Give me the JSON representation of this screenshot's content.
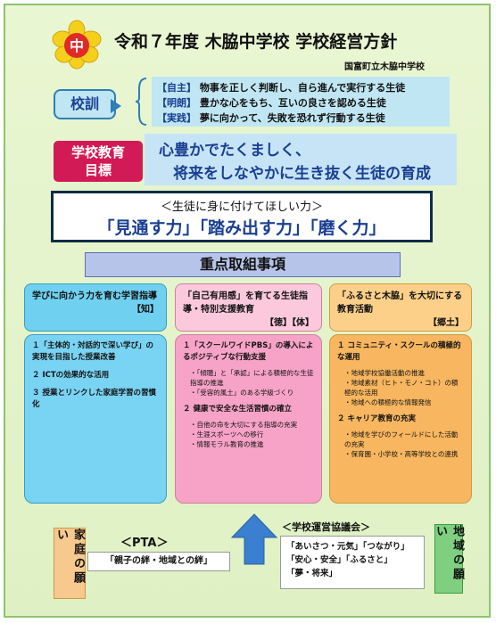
{
  "header": {
    "title": "令和７年度 木脇中学校 学校経営方針",
    "school": "国富町立木脇中学校",
    "emblem_text": "中"
  },
  "motto": {
    "label": "校訓",
    "lines": [
      {
        "key": "【自主】",
        "text": "物事を正しく判断し、自ら進んで実行する生徒"
      },
      {
        "key": "【明朗】",
        "text": "豊かな心をもち、互いの良さを認める生徒"
      },
      {
        "key": "【実践】",
        "text": "夢に向かって、失敗を恐れず行動する生徒"
      }
    ]
  },
  "goal": {
    "label_line1": "学校教育",
    "label_line2": "目標",
    "line1": "心豊かでたくましく、",
    "line2": "将来をしなやかに生き抜く生徒の育成"
  },
  "power": {
    "sub": "＜生徒に身に付けてほしい力＞",
    "main": "「見通す力」「踏み出す力」「磨く力」"
  },
  "focus": {
    "title": "重点取組事項",
    "columns": [
      {
        "head": "学びに向かう力を育む学習指導",
        "tag": "【知】",
        "items": [
          {
            "text": "１「主体的・対話的で深い学び」の実現を目指した授業改善",
            "bullets": []
          },
          {
            "text": "２ ICTの効果的な活用",
            "bullets": []
          },
          {
            "text": "３ 授業とリンクした家庭学習の習慣化",
            "bullets": []
          }
        ]
      },
      {
        "head": "「自己有用感」を育てる生徒指導・特別支援教育",
        "tag": "【徳】【体】",
        "items": [
          {
            "text": "１「スクールワイドPBS」の導入によるポジティブな行動支援",
            "bullets": [
              "・「傾聴」と「承認」による積極的な生徒指導の推進",
              "・「受容的風土」のある学級づくり"
            ]
          },
          {
            "text": "２ 健康で安全な生活習慣の確立",
            "bullets": [
              "・自他の命を大切にする指導の充実",
              "・生涯スポーツへの移行",
              "・情報モラル教育の推進"
            ]
          }
        ]
      },
      {
        "head": "「ふるさと木脇」を大切にする教育活動",
        "tag": "【郷土】",
        "items": [
          {
            "text": "１ コミュニティ・スクールの積極的な運用",
            "bullets": [
              "・地域学校協働活動の推進",
              "・地域素材（ヒト・モノ・コト）の積極的な活用",
              "・地域への積極的な情報発信"
            ]
          },
          {
            "text": "２ キャリア教育の充実",
            "bullets": [
              "・地域を学びのフィールドにした活動の充実",
              "・保育園・小学校・高等学校との連携"
            ]
          }
        ]
      }
    ]
  },
  "home": {
    "side": "家庭の願い",
    "pta_label": "＜PTA＞",
    "pta_text": "「親子の絆・地域との絆」"
  },
  "council": {
    "label": "＜学校運営協議会＞",
    "lines": [
      "「あいさつ・元気」「つながり」",
      "「安心・安全」「ふるさと」",
      "「夢・将来」"
    ]
  },
  "region": {
    "side": "地域の願い"
  },
  "colors": {
    "background": "#e2f3c8",
    "goal_label": "#d21a56",
    "accent_blue": "#1a3f92"
  }
}
